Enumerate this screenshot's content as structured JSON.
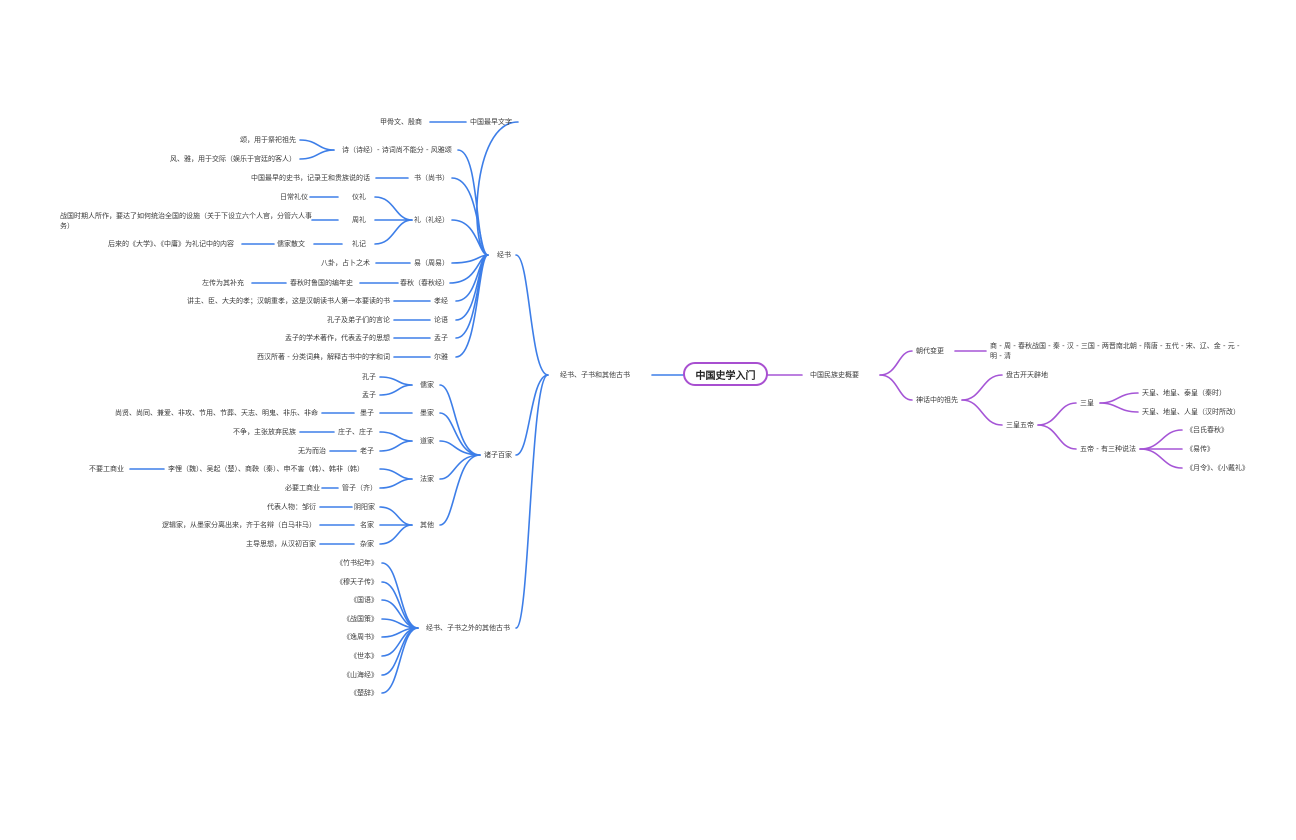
{
  "colors": {
    "left_branch": "#3d7ee8",
    "right_branch": "#a555d6",
    "root_border": "#a84fd0"
  },
  "root": "中国史学入门",
  "left": {
    "main": "经书、子书和其他古书",
    "jingshu": {
      "label": "经书",
      "items": {
        "wenzi": {
          "label": "中国最早文字",
          "child": "甲骨文、殷商"
        },
        "shi": {
          "label": "诗（诗经）- 诗词尚不能分 - 风雅颂",
          "c1": "颂，用于祭祀祖先",
          "c2": "风、雅，用于交际（娱乐于宫廷的客人）"
        },
        "shu": {
          "label": "书（尚书）",
          "child": "中国最早的史书，记录王和贵族说的话"
        },
        "li": {
          "label": "礼（礼经）",
          "yili": {
            "label": "仪礼",
            "child": "日常礼仪"
          },
          "zhouli": {
            "label": "周礼",
            "child": "战国时期人所作，要达了如何统治全国的设施（关于下设立六个人官，分管六人事务）"
          },
          "liji": {
            "label": "礼记",
            "mid": "儒家散文",
            "child": "后来的《大学》、《中庸》为礼记中的内容"
          }
        },
        "yi": {
          "label": "易（周易）",
          "child": "八卦，占卜之术"
        },
        "chunqiu": {
          "label": "春秋（春秋经）",
          "mid": "春秋时鲁国的编年史",
          "child": "左传为其补充"
        },
        "xiaojing": {
          "label": "孝经",
          "child": "讲主、臣、大夫的孝；汉朝重孝，这是汉朝读书人第一本要读的书"
        },
        "lunyu": {
          "label": "论语",
          "child": "孔子及弟子们的言论"
        },
        "mengzi": {
          "label": "孟子",
          "child": "孟子的学术著作，代表孟子的思想"
        },
        "erya": {
          "label": "尔雅",
          "child": "西汉所著 - 分类词典，解释古书中的字和词"
        }
      }
    },
    "zhuzi": {
      "label": "诸子百家",
      "rujia": {
        "label": "儒家",
        "c1": "孔子",
        "c2": "孟子"
      },
      "mojia": {
        "label": "墨家",
        "c1": "墨子",
        "detail": "尚贤、尚同、兼爱、非攻、节用、节葬、天志、明鬼、非乐、非命"
      },
      "daojia": {
        "label": "道家",
        "c1": "庄子、庄子",
        "c1_detail": "不争，主张放弃民族",
        "c2": "老子",
        "c2_detail": "无为而治"
      },
      "fajia": {
        "label": "法家",
        "c1": "李悝（魏）、吴起（楚）、商鞅（秦）、申不害（韩）、韩非（韩）",
        "c1_detail": "不要工商业",
        "c2": "管子（齐）",
        "c2_detail": "必要工商业"
      },
      "qita": {
        "label": "其他",
        "nongjia": {
          "label": "阴阳家",
          "child": "代表人物：邹衍"
        },
        "mingjia": {
          "label": "名家",
          "child": "逻辑家，从墨家分离出来，齐于名辩（白马非马）"
        },
        "zajia": {
          "label": "杂家",
          "child": "主导思想，从汉初百家"
        }
      }
    },
    "qita_shu": {
      "label": "经书、子书之外的其他古书",
      "items": [
        "《竹书纪年》",
        "《穆天子传》",
        "《国语》",
        "《战国策》",
        "《逸周书》",
        "《世本》",
        "《山海经》",
        "《楚辞》"
      ]
    }
  },
  "right": {
    "main": "中国民族史概要",
    "chaodai": {
      "label": "朝代变更",
      "child": "商 - 周 - 春秋战国 - 秦 - 汉 - 三国 - 两晋南北朝 - 隋唐 - 五代 - 宋、辽、金 - 元 - 明 - 清"
    },
    "shenhua": {
      "label": "神话中的祖先",
      "pangu": "盘古开天辟地",
      "sanhuang_wudi": "三皇五帝",
      "sanhuang": {
        "label": "三皇",
        "c1": "天皇、地皇、泰皇（秦时）",
        "c2": "天皇、地皇、人皇（汉时所改）"
      },
      "wudi": {
        "label": "五帝 - 有三种说法",
        "c1": "《吕氏春秋》",
        "c2": "《易传》",
        "c3": "《月令》、《小戴礼》"
      }
    }
  }
}
